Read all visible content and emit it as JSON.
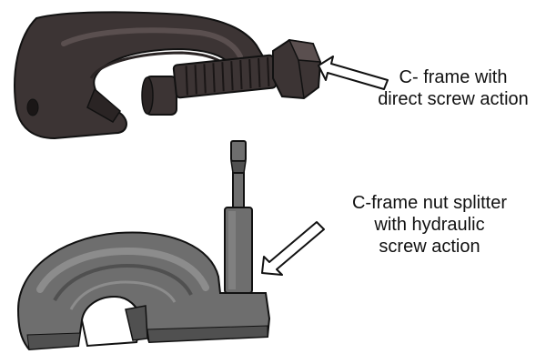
{
  "labels": {
    "top": {
      "line1": "C- frame with",
      "line2": "direct screw action"
    },
    "bottom": {
      "line1": "C-frame nut splitter",
      "line2": "with hydraulic",
      "line3": "screw action"
    }
  },
  "colors": {
    "background": "#ffffff",
    "tool_dark": "#3c3434",
    "tool_dark_shade": "#2a2424",
    "tool_dark_light": "#5a4f4f",
    "tool_grey": "#6e6e6e",
    "tool_grey_shade": "#505050",
    "tool_grey_light": "#8c8c8c",
    "outline": "#111111",
    "arrow_fill": "#ffffff",
    "text": "#111111"
  },
  "icons": {
    "tool_top": "c-frame-direct-screw-nut-splitter",
    "tool_bottom": "c-frame-hydraulic-nut-splitter",
    "arrow": "outlined-pointer-arrow"
  }
}
